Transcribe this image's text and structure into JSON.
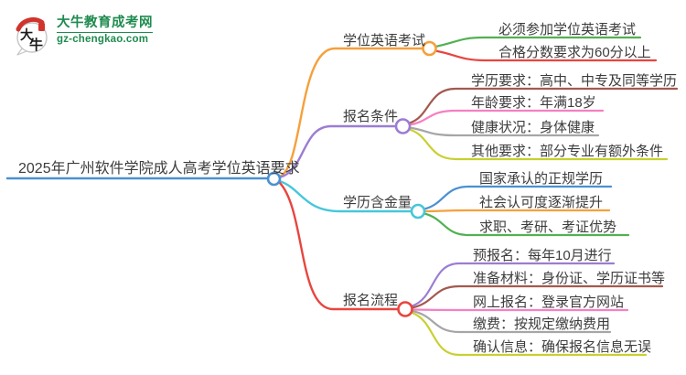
{
  "logo": {
    "title": "大牛教育成考网",
    "domain": "gz-chengkao.com",
    "bubble_text_top": "大",
    "bubble_text_bottom": "牛",
    "green": "#1f8b4f",
    "red": "#d0342c"
  },
  "root": {
    "label": "2025年广州软件学院成人高考学位英语要求",
    "color": "#4a90d2"
  },
  "branches": [
    {
      "label": "学位英语考试",
      "color": "#f5a03c",
      "children": [
        {
          "label": "必须参加学位英语考试",
          "color": "#52b152"
        },
        {
          "label": "合格分数要求为60分以上",
          "color": "#e8453f"
        }
      ]
    },
    {
      "label": "报名条件",
      "color": "#9b7dd4",
      "children": [
        {
          "label": "学历要求：高中、中专及同等学历",
          "color": "#a3594e"
        },
        {
          "label": "年龄要求：年满18岁",
          "color": "#f580c2"
        },
        {
          "label": "健康状况：身体健康",
          "color": "#a6a6a6"
        },
        {
          "label": "其他要求：部分专业有额外条件",
          "color": "#c9cf30"
        }
      ]
    },
    {
      "label": "学历含金量",
      "color": "#46c7db",
      "children": [
        {
          "label": "国家承认的正规学历",
          "color": "#4a90d2"
        },
        {
          "label": "社会认可度逐渐提升",
          "color": "#f5a03c"
        },
        {
          "label": "求职、考研、考证优势",
          "color": "#52b152"
        }
      ]
    },
    {
      "label": "报名流程",
      "color": "#e8453f",
      "children": [
        {
          "label": "预报名：每年10月进行",
          "color": "#9b7dd4"
        },
        {
          "label": "准备材料：身份证、学历证书等",
          "color": "#a3594e"
        },
        {
          "label": "网上报名：登录官方网站",
          "color": "#f580c2"
        },
        {
          "label": "缴费：按规定缴纳费用",
          "color": "#a6a6a6"
        },
        {
          "label": "确认信息：确保报名信息无误",
          "color": "#c9cf30"
        }
      ]
    }
  ]
}
